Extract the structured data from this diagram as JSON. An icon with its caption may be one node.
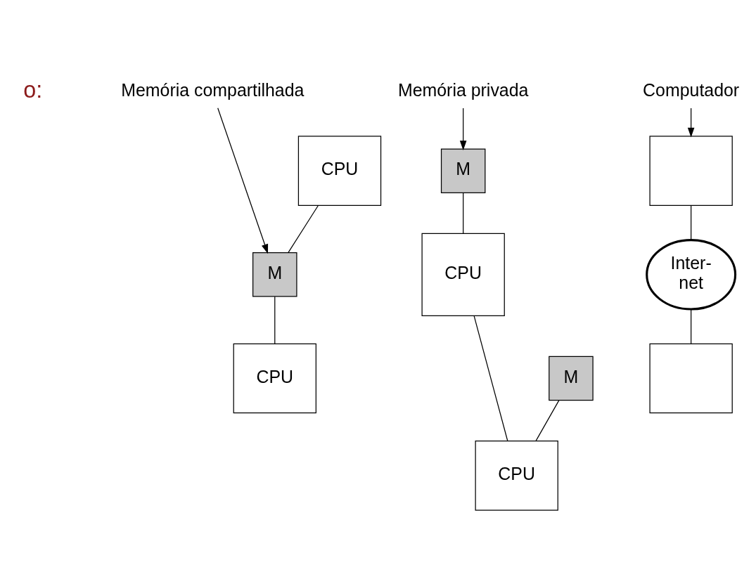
{
  "diagram": {
    "nodes": [
      {
        "text": [
          "Memória compartilhada"
        ]
      },
      {
        "text": [
          "CPU"
        ]
      },
      {
        "text": [
          "M"
        ]
      },
      {
        "text": [
          "CPU"
        ]
      },
      {
        "text": [
          "Memória privada"
        ]
      },
      {
        "text": [
          "M"
        ]
      },
      {
        "text": [
          "CPU"
        ]
      },
      {
        "text": [
          "M"
        ]
      },
      {
        "text": [
          "CPU"
        ]
      },
      {
        "text": [
          "Computador"
        ]
      },
      {
        "text": [],
        "shape": "box"
      },
      {
        "text": [
          "Inter- net"
        ]
      },
      {
        "text": [],
        "shape": "box"
      }
    ],
    "edges": [
      {
        "from": 0,
        "to": 2,
        "arrow": "to"
      },
      {
        "from": 1,
        "to": 2,
        "arrow": "none"
      },
      {
        "from": 2,
        "to": 3,
        "arrow": "none"
      },
      {
        "from": 4,
        "to": 5,
        "arrow": "to"
      },
      {
        "from": 5,
        "to": 6,
        "arrow": "none"
      },
      {
        "from": 6,
        "to": 8,
        "arrow": "none"
      },
      {
        "from": 7,
        "to": 8,
        "arrow": "none"
      },
      {
        "from": 9,
        "to": 10,
        "arrow": "to"
      },
      {
        "from": 10,
        "to": 11,
        "arrow": "none"
      },
      {
        "from": 11,
        "to": 12,
        "arrow": "none"
      }
    ],
    "labels": [
      "o:"
    ]
  }
}
